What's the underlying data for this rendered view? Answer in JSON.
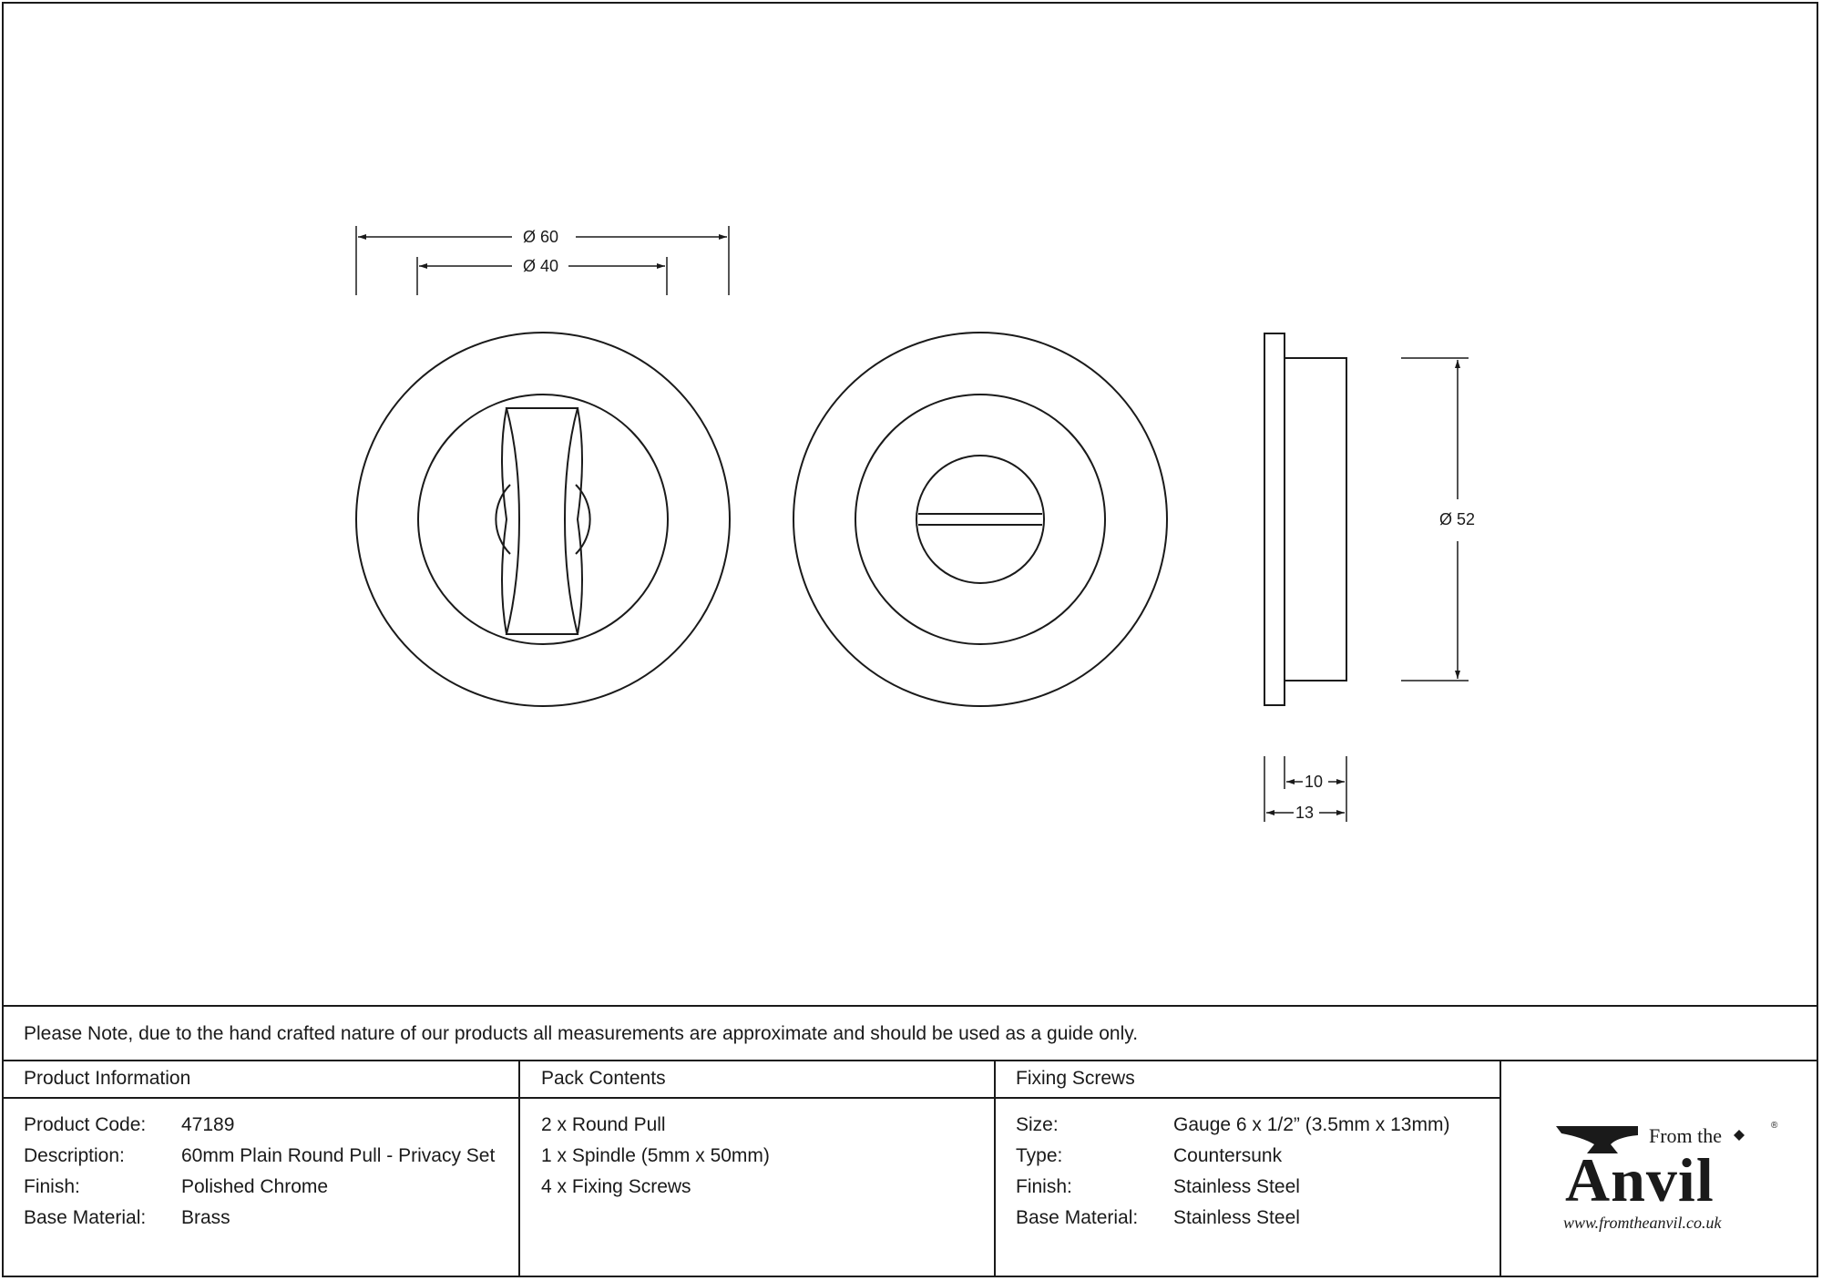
{
  "drawing": {
    "dims": {
      "outer_diameter": "Ø 60",
      "inner_diameter": "Ø 40",
      "depth_diameter": "Ø 52",
      "thickness_inner": "10",
      "thickness_total": "13"
    }
  },
  "note": "Please Note, due to the hand crafted nature of our products all measurements are approximate and should be used as a guide only.",
  "product_info": {
    "header": "Product Information",
    "rows": [
      {
        "label": "Product Code:",
        "value": "47189"
      },
      {
        "label": "Description:",
        "value": "60mm Plain Round Pull - Privacy Set"
      },
      {
        "label": "Finish:",
        "value": "Polished Chrome"
      },
      {
        "label": "Base Material:",
        "value": "Brass"
      }
    ]
  },
  "pack_contents": {
    "header": "Pack Contents",
    "items": [
      "2 x Round Pull",
      "1 x Spindle (5mm x 50mm)",
      "4 x Fixing Screws"
    ]
  },
  "fixing_screws": {
    "header": "Fixing Screws",
    "rows": [
      {
        "label": "Size:",
        "value": "Gauge 6 x 1/2” (3.5mm x 13mm)"
      },
      {
        "label": "Type:",
        "value": "Countersunk"
      },
      {
        "label": "Finish:",
        "value": "Stainless Steel"
      },
      {
        "label": "Base Material:",
        "value": "Stainless Steel"
      }
    ]
  },
  "logo": {
    "from": "From the",
    "name": "Anvil",
    "url": "www.fromtheanvil.co.uk",
    "reg": "®"
  }
}
